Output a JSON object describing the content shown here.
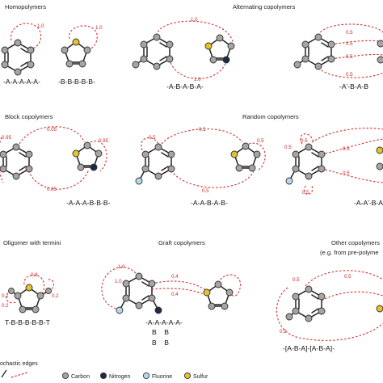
{
  "titles": {
    "homopolymers": "Homopolymers",
    "alternating": "Alternating copolymers",
    "block": "Block copolymers",
    "random": "Random copolymers",
    "termini": "Oligomer with termini",
    "graft": "Graft copolymers",
    "other": "Other copolymers",
    "other_sub": "(e.g. from pre-polyme"
  },
  "sequences": {
    "homo_a": "-A-A-A-A-A-",
    "homo_b": "-B-B-B-B-B-",
    "alt": "-A-B-A-B-A-",
    "alt2": "-A'-B-A-B",
    "block": "-A-A-A-B-B-B-",
    "random": "-A-A-B-A-B-",
    "random2": "-A-A'-B-A",
    "termini": "T-B-B-B-B-B-T",
    "graft_l1": "-A-A-A-A-A-",
    "graft_l2": "B    B",
    "graft_l3": "B    B",
    "other": "-[A-B-A]-[A-B-A]-"
  },
  "weights": {
    "homo_a": "1.0",
    "homo_b": "1.0",
    "alt_top": "1.0",
    "alt_bottom": "1.0",
    "alt2_1": "0.5",
    "alt2_2": "0.5",
    "alt2_3": "0.5",
    "alt2_4": "0.5",
    "block_a": "0.95",
    "block_top": "0.05",
    "block_b": "0.95",
    "block_bottom": "0.05",
    "rand_1": "0.5",
    "rand_2": "0.5",
    "rand_3": "0.5",
    "rand_4": "0.5",
    "rand2_1": "0.5",
    "rand2_2": "0.5",
    "rand2_3": "0.5",
    "rand2_4": "0.5",
    "rand2_5": "0.5",
    "term_top": "0.8",
    "term_l1": "0.1",
    "term_l2": "0.2",
    "term_r1": "0.2",
    "graft_1": "1.0",
    "graft_2": "0.4",
    "graft_3": "0.4",
    "graft_4": "1.0",
    "other_1": "0.5",
    "other_2": "0.5",
    "other_3": "0.5"
  },
  "legend": {
    "edges_label": "ochastic edges",
    "carbon": "Carbon",
    "nitrogen": "Nitrogen",
    "fluorine": "Fluorine",
    "sulfur": "Sulfur"
  },
  "colors": {
    "carbon": "#a9a4a1",
    "nitrogen": "#1f2a44",
    "fluorine": "#b7d8ec",
    "sulfur": "#e3c22c",
    "edge": "#d32f2f"
  }
}
